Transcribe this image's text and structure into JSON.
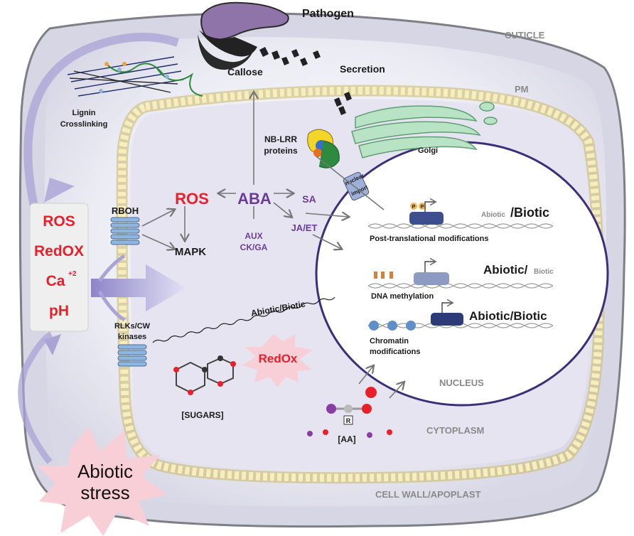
{
  "labels": {
    "pathogen": "Pathogen",
    "cuticle": "CUTICLE",
    "callose": "Callose",
    "secretion": "Secretion",
    "pm": "PM",
    "lignin_line1": "Lignin",
    "lignin_line2": "Crosslinking",
    "nb_lrr_line1": "NB-LRR",
    "nb_lrr_line2": "proteins",
    "golgi": "Golgi",
    "nuclear_import_line1": "nuclear",
    "nuclear_import_line2": "import",
    "ros_center": "ROS",
    "aba": "ABA",
    "sa": "SA",
    "ja_et": "JA/ET",
    "aux": "AUX",
    "ck_ga": "CK/GA",
    "mapk": "MAPK",
    "rboh": "RBOH",
    "rlks_line1": "RLKs/CW",
    "rlks_line2": "kinases",
    "abiotic_biotic_signal": "Abiotic/Biotic",
    "redox_blob": "RedOx",
    "sugars": "[SUGARS]",
    "aa": "[AA]",
    "nucleus": "NUCLEUS",
    "cytoplasm": "CYTOPLASM",
    "cell_wall": "CELL WALL/APOPLAST",
    "abiotic_stress_line1": "Abiotic",
    "abiotic_stress_line2": "stress",
    "aa_residue": "R",
    "p_marker": "P"
  },
  "signals_box": [
    "ROS",
    "RedOX",
    "Ca",
    "pH"
  ],
  "calcium_charge": "+2",
  "nucleus_panels": {
    "ptm": {
      "label": "Post-translational modifications",
      "small": "Abiotic",
      "large": "/Biotic"
    },
    "methylation": {
      "label": "DNA methylation",
      "large": "Abiotic/",
      "small": "Biotic"
    },
    "chromatin": {
      "label_line1": "Chromatin",
      "label_line2": "modifications",
      "large": "Abiotic/Biotic"
    }
  },
  "colors": {
    "signal_red": "#e8202a",
    "hormone_purple": "#6a3c9a",
    "label_grey": "#8a8a8a",
    "membrane_yellow": "#f3e9a8",
    "nucleus_outline": "#3c2f7a",
    "golgi_green": "#b9e3c5",
    "pathogen_purple": "#8e74a8",
    "stress_pink": "#f8cfd6",
    "arrow_lavender": "#a9a3d6"
  },
  "icons": [
    "pathogen-blob",
    "callose-deposit",
    "lignin-network",
    "golgi-stack",
    "nb-lrr-protein",
    "rboh-channel",
    "rlk-channel",
    "dna-helix",
    "sugar-molecule",
    "amino-acid-molecule",
    "stress-burst",
    "redox-burst"
  ]
}
